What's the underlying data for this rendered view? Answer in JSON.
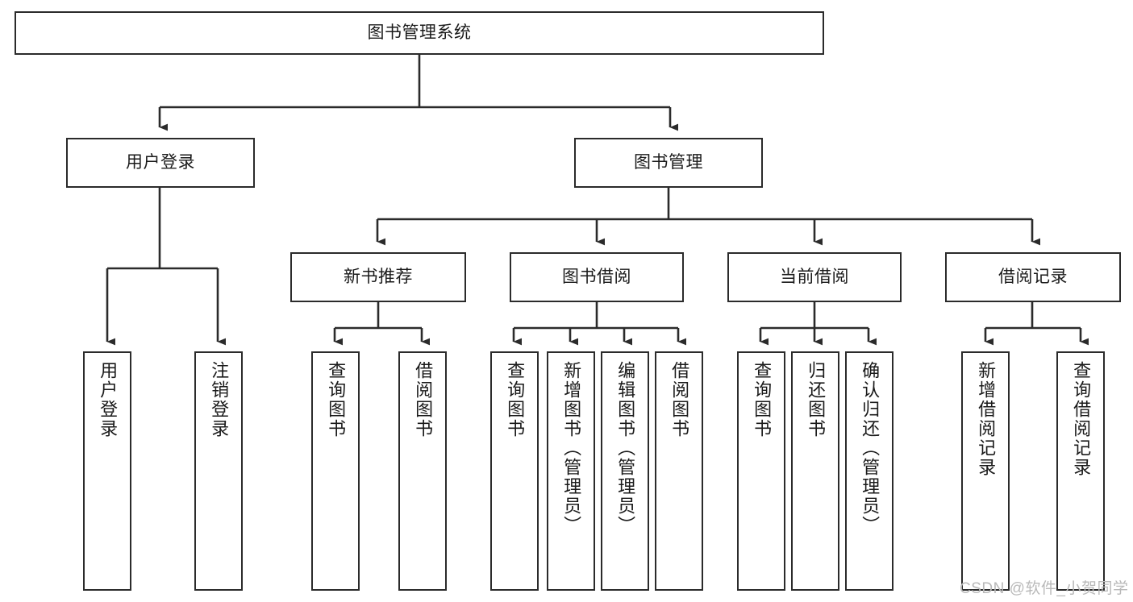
{
  "diagram": {
    "title": "图书管理系统",
    "type": "tree-hierarchy-diagram",
    "colors": {
      "box_border": "#2b2b2b",
      "box_fill": "#ffffff",
      "edge": "#2b2b2b",
      "text": "#1a1a1a",
      "watermark": "#b9b9b9"
    },
    "nodes": {
      "root": "图书管理系统",
      "level1": {
        "user_login": "用户登录",
        "book_manage": "图书管理"
      },
      "level2": {
        "new_book_recommend": "新书推荐",
        "book_borrow": "图书借阅",
        "current_borrow": "当前借阅",
        "borrow_record": "借阅记录"
      },
      "leaves": {
        "user_login_1": "用户登录",
        "user_login_2": "注销登录",
        "new_book_1": "查询图书",
        "new_book_2": "借阅图书",
        "book_borrow_1": "查询图书",
        "book_borrow_2": "新增图书（管理员）",
        "book_borrow_3": "编辑图书（管理员）",
        "book_borrow_4": "借阅图书",
        "current_borrow_1": "查询图书",
        "current_borrow_2": "归还图书",
        "current_borrow_3": "确认归还（管理员）",
        "borrow_record_1": "新增借阅记录",
        "borrow_record_2": "查询借阅记录"
      }
    },
    "watermark": "CSDN @软件_小贺同学"
  }
}
